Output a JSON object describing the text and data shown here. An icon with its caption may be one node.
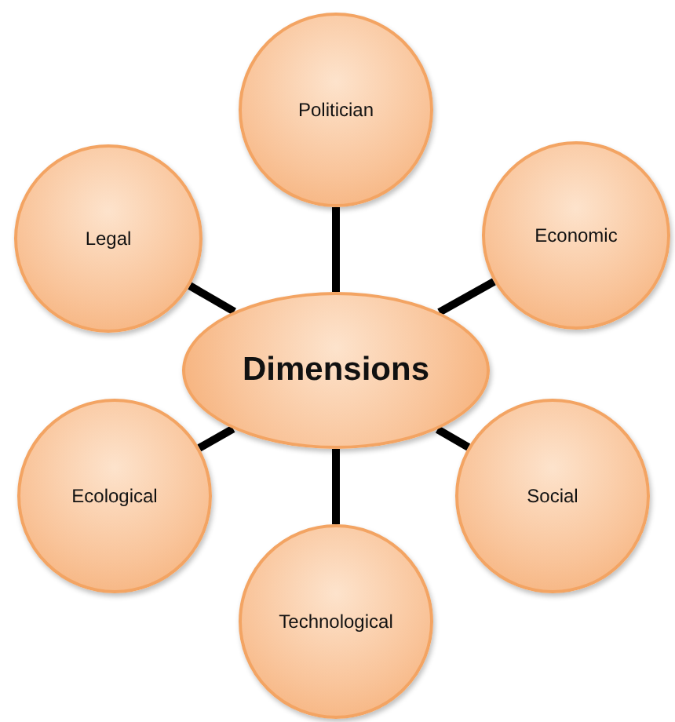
{
  "diagram": {
    "nodes": [
      {
        "text": [
          "Dimensions"
        ]
      },
      {
        "text": [
          "Politician"
        ]
      },
      {
        "text": [
          "Economic"
        ]
      },
      {
        "text": [
          "Social"
        ]
      },
      {
        "text": [
          "Technological"
        ]
      },
      {
        "text": [
          "Ecological"
        ]
      },
      {
        "text": [
          "Legal"
        ]
      }
    ],
    "edges": [
      {
        "from": 0,
        "to": 1,
        "arrow": "none"
      },
      {
        "from": 0,
        "to": 2,
        "arrow": "none"
      },
      {
        "from": 0,
        "to": 3,
        "arrow": "none"
      },
      {
        "from": 0,
        "to": 4,
        "arrow": "none"
      },
      {
        "from": 0,
        "to": 5,
        "arrow": "none"
      },
      {
        "from": 0,
        "to": 6,
        "arrow": "none"
      }
    ]
  }
}
